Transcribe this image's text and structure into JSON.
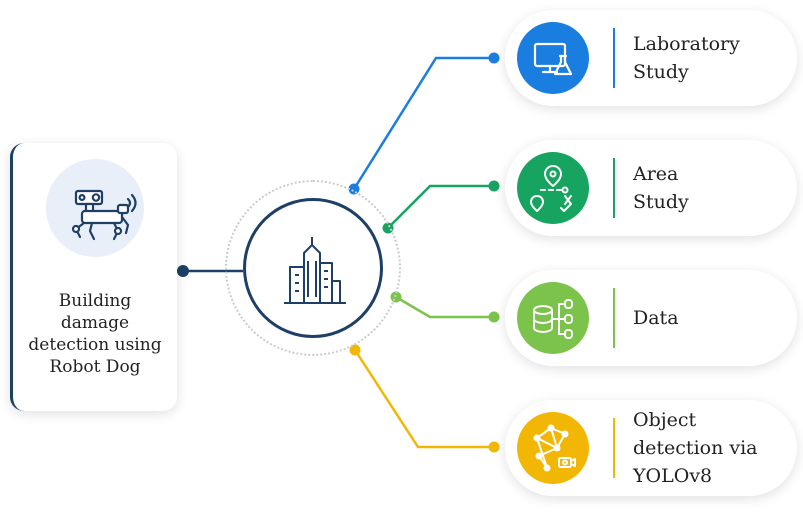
{
  "source": {
    "title": "Building\ndamage\ndetection using\nRobot Dog"
  },
  "topics": [
    {
      "label": "Laboratory\nStudy",
      "color": "#1a7ee0",
      "icon": "monitor-flask-icon"
    },
    {
      "label": "Area\nStudy",
      "color": "#17a360",
      "icon": "map-route-icon"
    },
    {
      "label": "Data",
      "color": "#7bc34a",
      "icon": "database-network-icon"
    },
    {
      "label": "Object\ndetection via\nYOLOv8",
      "color": "#f2b705",
      "icon": "object-detection-camera-icon"
    }
  ],
  "colors": {
    "navy": "#1e3f66",
    "robot_bg": "#e8eff8"
  },
  "icons": {
    "robot": "robot-dog-icon",
    "center": "city-buildings-icon"
  }
}
